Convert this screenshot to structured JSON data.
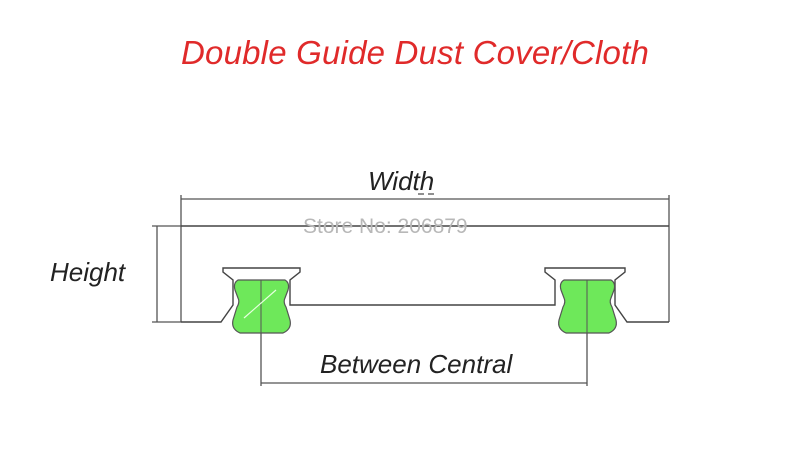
{
  "title": "Double Guide Dust Cover/Cloth",
  "labels": {
    "width": "Width",
    "height": "Height",
    "between_central": "Between Central"
  },
  "watermark": "Store No: 206879",
  "colors": {
    "title": "#e02a2a",
    "rail_fill": "#6ee85a",
    "line": "#555555"
  }
}
